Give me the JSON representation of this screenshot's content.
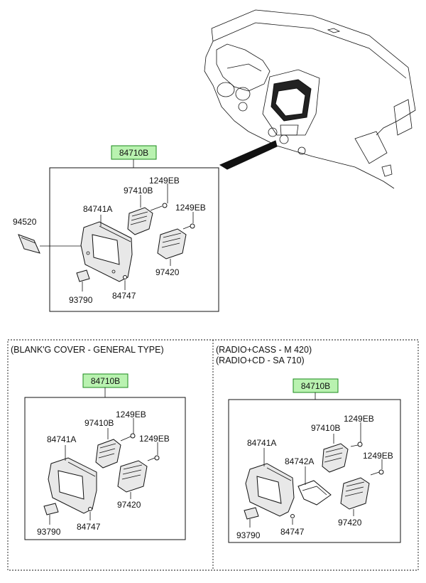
{
  "diagram": {
    "main": {
      "assembly": "84710B",
      "parts": {
        "bracket": "94520",
        "bezel": "84741A",
        "duct_upper": "97410B",
        "screw_1": "1249EB",
        "screw_2": "1249EB",
        "duct_lower": "97420",
        "clip": "93790",
        "pin": "84747"
      }
    },
    "general_type": {
      "caption": "(BLANK'G COVER - GENERAL TYPE)",
      "assembly": "84710B",
      "parts": {
        "bezel": "84741A",
        "duct_upper": "97410B",
        "screw_1": "1249EB",
        "screw_2": "1249EB",
        "duct_lower": "97420",
        "clip": "93790",
        "pin": "84747"
      }
    },
    "radio_type": {
      "caption_1": "(RADIO+CASS - M  420)",
      "caption_2": "(RADIO+CD - SA 710)",
      "assembly": "84710B",
      "parts": {
        "bezel": "84741A",
        "cover": "84742A",
        "duct_upper": "97410B",
        "screw_1": "1249EB",
        "screw_2": "1249EB",
        "duct_lower": "97420",
        "clip": "93790",
        "pin": "84747"
      }
    }
  },
  "colors": {
    "highlight_fill": "#b9f2b0",
    "highlight_stroke": "#1c8a1c",
    "line": "#111111"
  }
}
